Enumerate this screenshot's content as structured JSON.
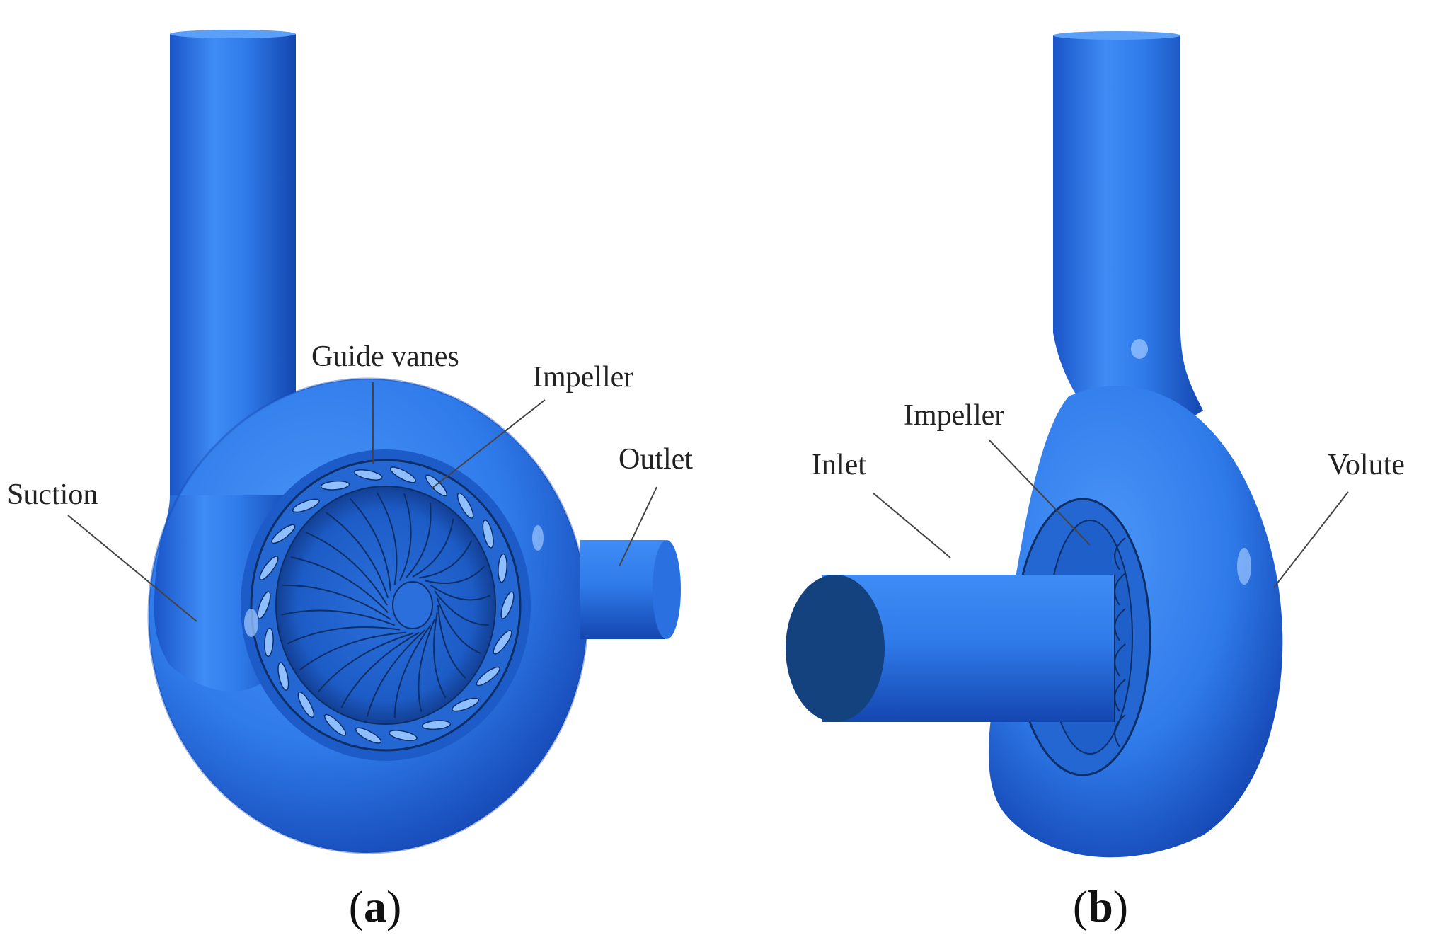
{
  "colors": {
    "body": "#2f7bea",
    "highlight": "#7fb4ff",
    "shadow": "#1348b8",
    "dark": "#0d2f66",
    "cap_face": "#14427e"
  },
  "panel_a": {
    "labels": {
      "suction": "Suction",
      "guide_vanes": "Guide vanes",
      "impeller": "Impeller",
      "outlet": "Outlet"
    },
    "caption": {
      "open": "(",
      "letter": "a",
      "close": ")"
    }
  },
  "panel_b": {
    "labels": {
      "inlet": "Inlet",
      "impeller": "Impeller",
      "volute": "Volute"
    },
    "caption": {
      "open": "(",
      "letter": "b",
      "close": ")"
    }
  }
}
